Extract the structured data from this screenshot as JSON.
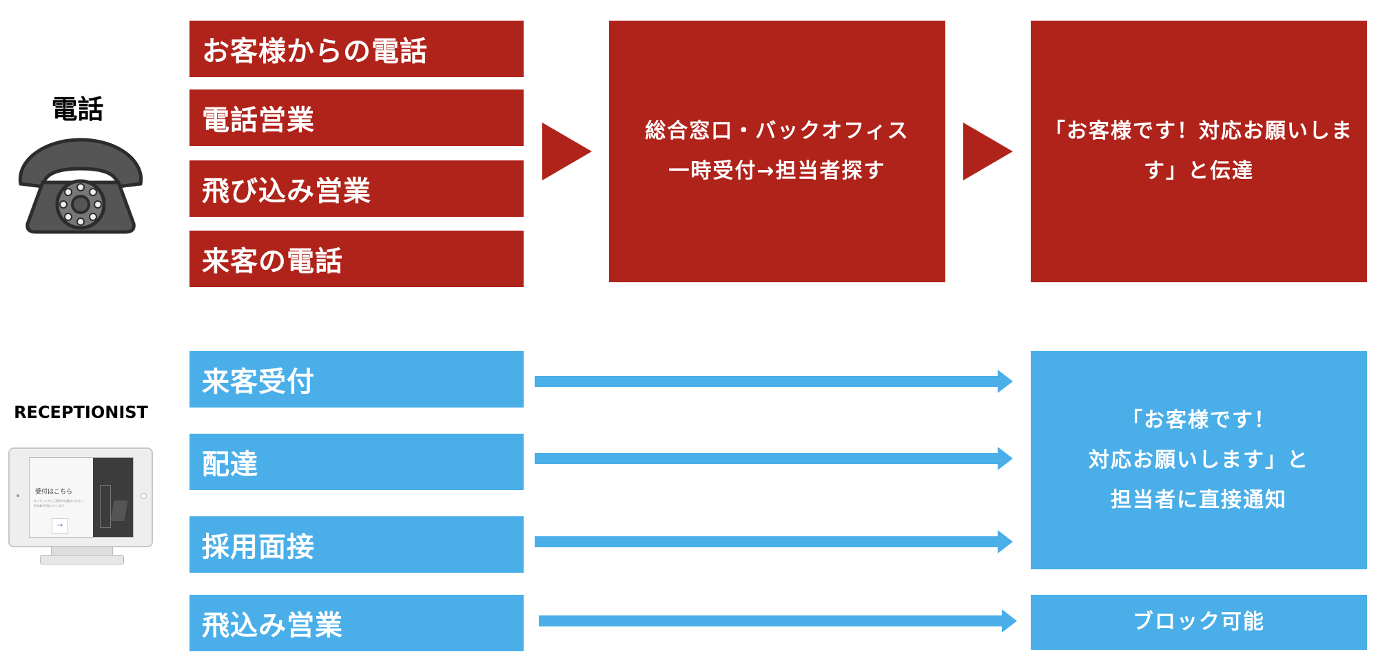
{
  "phone_section": {
    "label": "電話",
    "items": [
      "お客様からの電話",
      "電話営業",
      "飛び込み営業",
      "来客の電話"
    ],
    "middle_lines": [
      "総合窓口・バックオフィス",
      "一時受付→担当者探す"
    ],
    "result_lines": [
      "「お客様です！対応お願いしま",
      "す」と伝達"
    ]
  },
  "receptionist_section": {
    "label": "RECEPTIONIST",
    "tablet_screen": {
      "title": "受付はこちら",
      "subtitle_line1": "タッチしてからご用件をお選びください",
      "subtitle_line2": "担当者が対応いたします",
      "arrow": "→"
    },
    "items": [
      "来客受付",
      "配達",
      "採用面接",
      "飛込み営業"
    ],
    "notify_lines": [
      "「お客様です！",
      "対応お願いします」と",
      "担当者に直接通知"
    ],
    "block_label": "ブロック可能"
  },
  "colors": {
    "red": "#b0231b",
    "blue": "#4aaee8"
  }
}
